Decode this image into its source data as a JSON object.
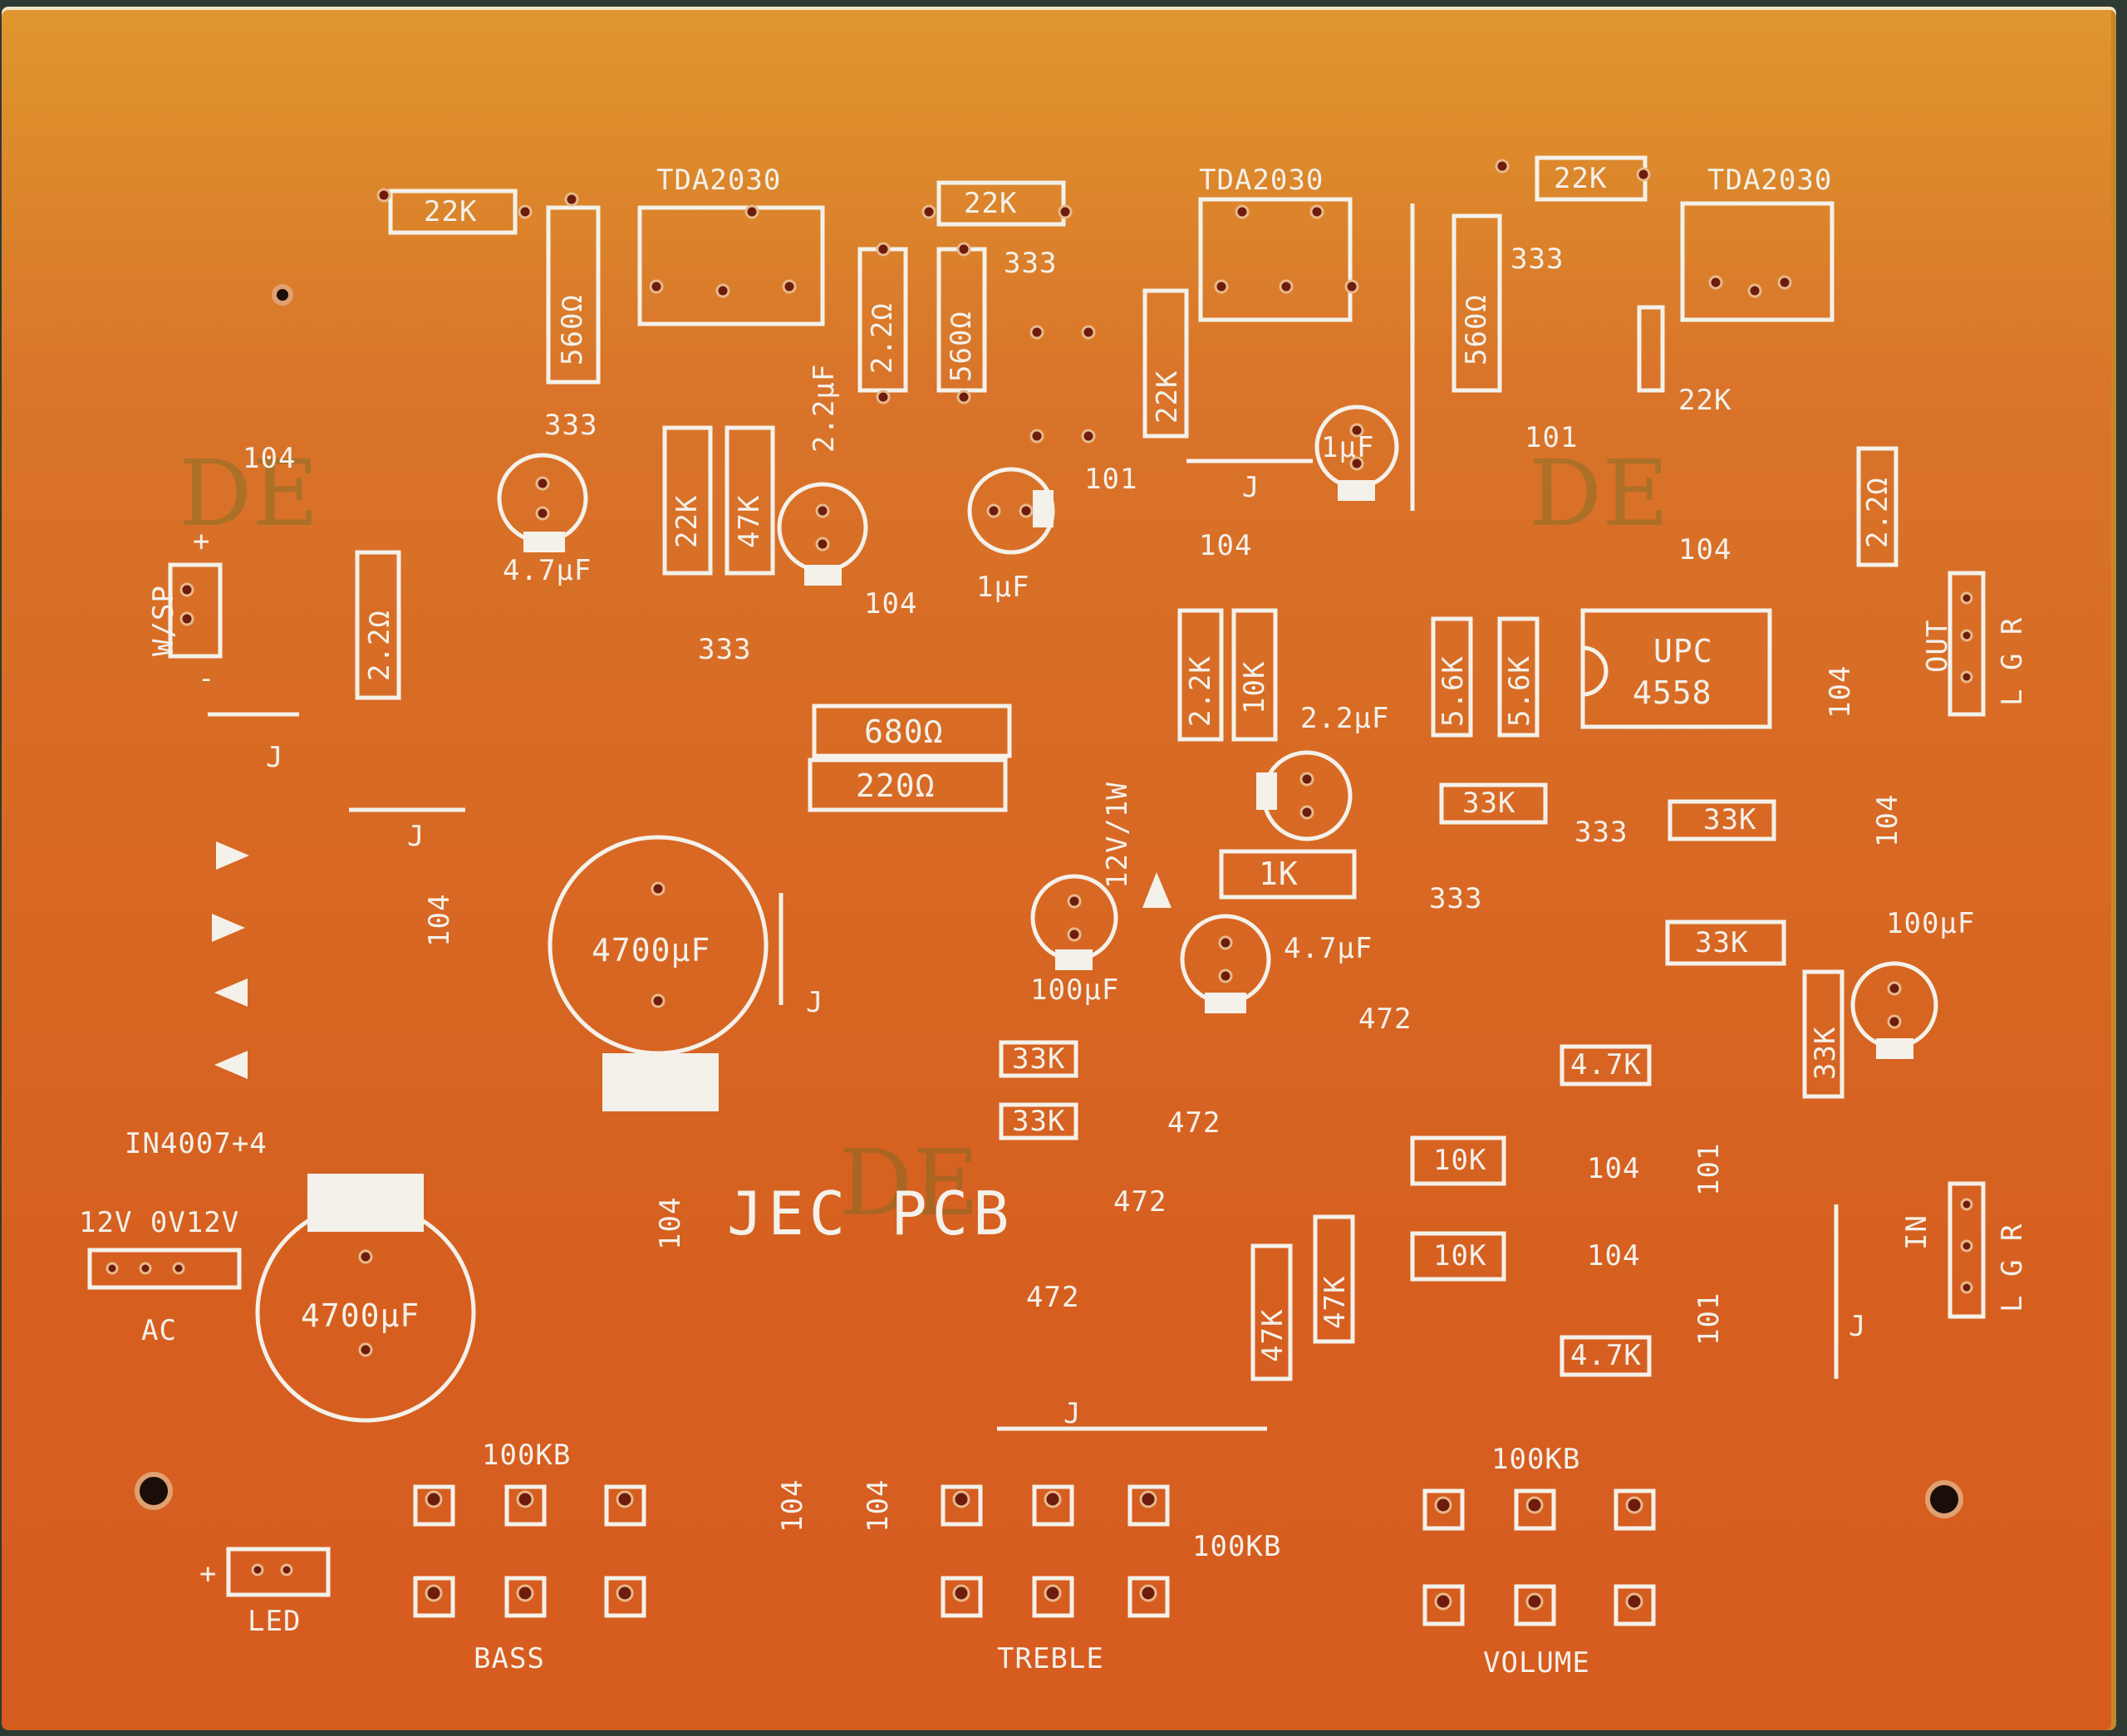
{
  "board": {
    "brand": "JEC PCB",
    "substrate_color": "#d9702a",
    "silkscreen_color": "#f4f1ea",
    "stamp_mark": "DE"
  },
  "ics": [
    {
      "id": "ic1",
      "label": "TDA2030"
    },
    {
      "id": "ic2",
      "label": "TDA2030"
    },
    {
      "id": "ic3",
      "label": "TDA2030"
    },
    {
      "id": "ic4",
      "label_line1": "UPC",
      "label_line2": "4558"
    }
  ],
  "resistors": {
    "r_22k_top_left": "22K",
    "r_22k_top_mid": "22K",
    "r_22k_top_right": "22K",
    "r_560_left": "560Ω",
    "r_560_mid": "560Ω",
    "r_560_right": "560Ω",
    "r_2_2_mid": "2.2Ω",
    "r_2_2_left": "2.2Ω",
    "r_2_2_right": "2.2Ω",
    "r_22k_a": "22K",
    "r_47k_a": "47K",
    "r_22k_b": "22K",
    "r_22k_side": "22K",
    "r_2_2k": "2.2K",
    "r_10k_v": "10K",
    "r_5_6k_a": "5.6K",
    "r_5_6k_b": "5.6K",
    "r_680": "680Ω",
    "r_220": "220Ω",
    "r_1k": "1K",
    "r_33k_1": "33K",
    "r_33k_2": "33K",
    "r_33k_3": "33K",
    "r_33k_4": "33K",
    "r_33k_5": "33K",
    "r_33k_6": "33K",
    "r_4_7k_a": "4.7K",
    "r_4_7k_b": "4.7K",
    "r_10k_a": "10K",
    "r_10k_b": "10K",
    "r_47k_b": "47K",
    "r_47k_c": "47K"
  },
  "capacitors": {
    "c_333_a": "333",
    "c_333_b": "333",
    "c_333_c": "333",
    "c_333_d": "333",
    "c_333_e": "333",
    "c_333_f": "333",
    "c_101_a": "101",
    "c_101_b": "101",
    "c_101_c": "101",
    "c_101_d": "101",
    "c_104_a": "104",
    "c_104_b": "104",
    "c_104_c": "104",
    "c_104_d": "104",
    "c_104_e": "104",
    "c_104_f": "104",
    "c_104_g": "104",
    "c_104_h": "104",
    "c_104_i": "104",
    "c_104_j": "104",
    "c_104_k": "104",
    "c_104_l": "104",
    "c_472_a": "472",
    "c_472_b": "472",
    "c_472_c": "472",
    "c_472_d": "472",
    "e_4_7uf_a": "4.7µF",
    "e_2_2uf_a": "2.2µF",
    "e_1uf_a": "1µF",
    "e_1uf_b": "1µF",
    "e_2_2uf_b": "2.2µF",
    "e_100uf_a": "100µF",
    "e_4_7uf_b": "4.7µF",
    "e_100uf_b": "100µF",
    "e_4700uf_a": "4700µF",
    "e_4700uf_b": "4700µF"
  },
  "diodes": {
    "bridge_label": "IN4007+4",
    "zener_label": "12V/1W"
  },
  "connectors": {
    "speaker": "W/SP",
    "speaker_plus": "+",
    "speaker_minus": "-",
    "ac_label": "AC",
    "ac_pins": "12V 0V12V",
    "led": "LED",
    "led_plus": "+",
    "out": "OUT",
    "in": "IN",
    "out_pins": "L G R",
    "in_pins": "L G R"
  },
  "pots": [
    {
      "name": "BASS",
      "value": "100KB"
    },
    {
      "name": "TREBLE",
      "value": "100KB"
    },
    {
      "name": "VOLUME",
      "value": "100KB"
    }
  ],
  "jumper_label": "J",
  "plus_sign": "+"
}
